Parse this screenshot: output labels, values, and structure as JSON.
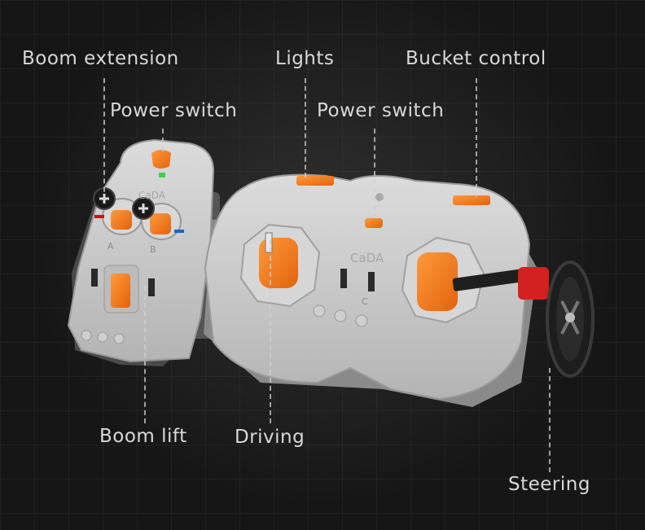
{
  "labels": {
    "boom_extension": "Boom extension",
    "power_switch_left": "Power switch",
    "lights": "Lights",
    "power_switch_right": "Power switch",
    "bucket_control": "Bucket control",
    "boom_lift": "Boom lift",
    "driving": "Driving",
    "steering": "Steering"
  },
  "brick_marking": "CaDA",
  "channel_marks": [
    "A",
    "B",
    "C"
  ],
  "colors": {
    "background": "#161616",
    "housing": "#c9c9c9",
    "housing_shade": "#9a9a9a",
    "accent_orange": "#f07a1a",
    "led_green": "#3bd14a",
    "wheel_red": "#d42020",
    "label_text": "#d8d8d8"
  }
}
